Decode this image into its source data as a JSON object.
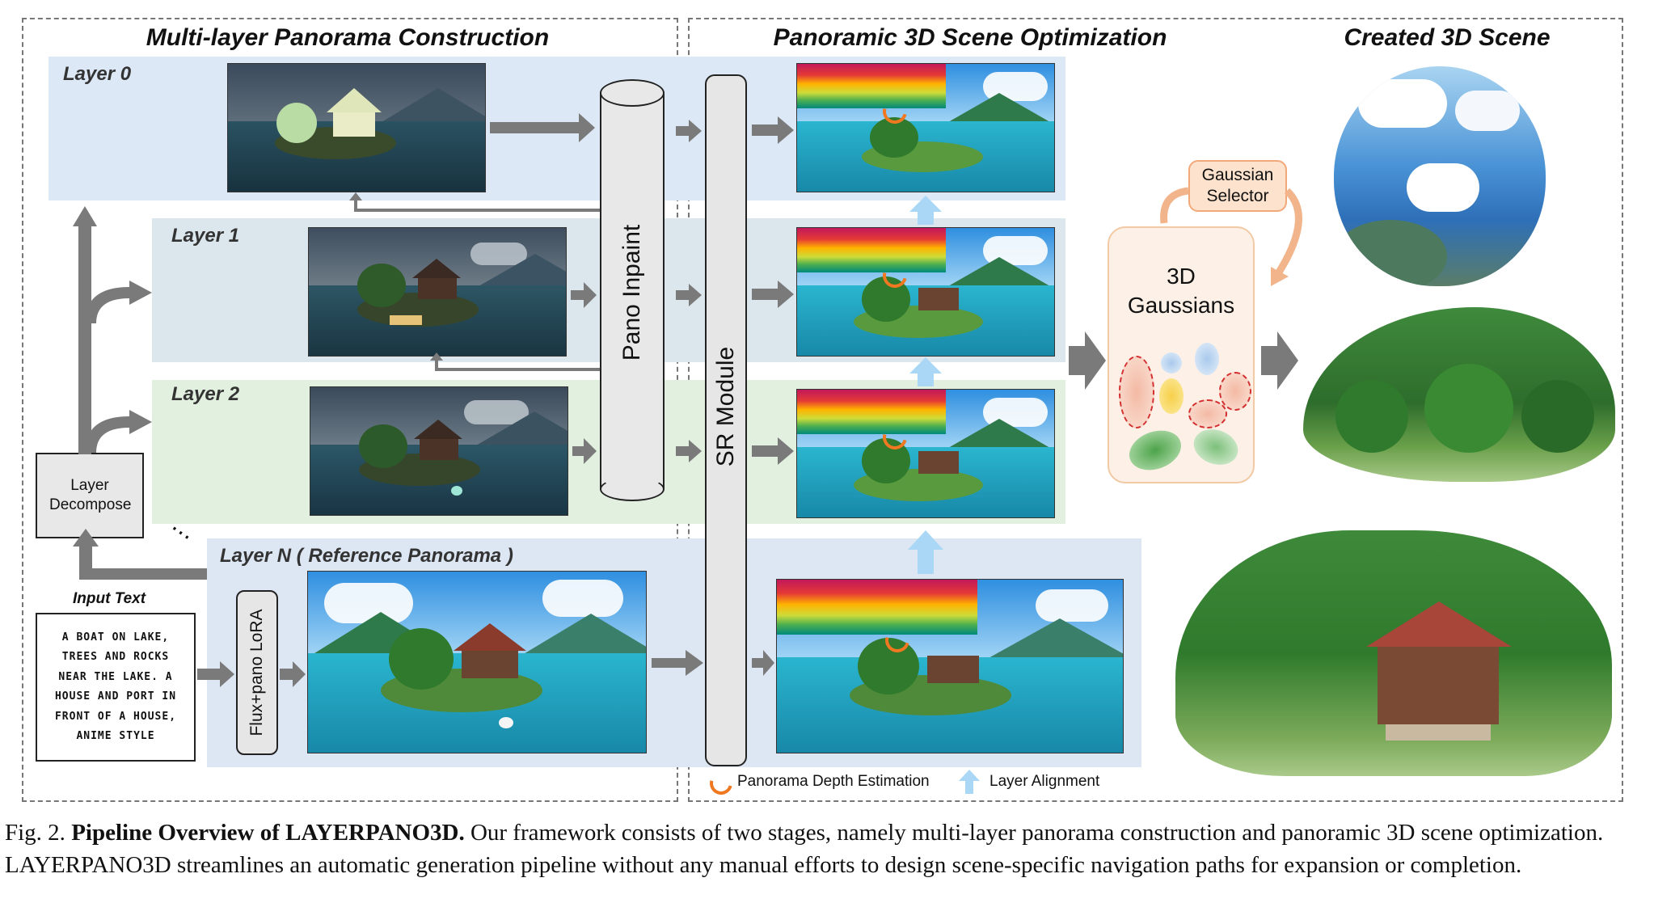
{
  "sections": {
    "left_title": "Multi-layer Panorama Construction",
    "middle_title": "Panoramic 3D Scene Optimization",
    "right_title": "Created 3D Scene"
  },
  "layers": [
    {
      "label": "Layer 0"
    },
    {
      "label": "Layer 1"
    },
    {
      "label": "Layer 2"
    },
    {
      "label": "Layer N ( Reference Panorama )"
    }
  ],
  "ellipsis": "⋯",
  "modules": {
    "pano_inpaint": "Pano Inpaint",
    "sr_module": "SR Module",
    "layer_decompose": "Layer Decompose",
    "flux_lora": "Flux+pano LoRA",
    "gaussian_selector": "Gaussian Selector",
    "gaussians_3d": "3D Gaussians"
  },
  "input": {
    "title": "Input Text",
    "text": "A BOAT ON LAKE, TREES AND ROCKS NEAR THE LAKE. A HOUSE AND PORT IN FRONT OF A HOUSE, ANIME STYLE"
  },
  "legend": {
    "depth": "Panorama Depth Estimation",
    "alignment": "Layer Alignment"
  },
  "caption": {
    "prefix": "Fig. 2.",
    "bold": "Pipeline Overview of LAYERPANO3D.",
    "text": "Our framework consists of two stages, namely multi-layer panorama construction and panoramic 3D scene optimization. LAYERPANO3D streamlines an automatic generation pipeline without any manual efforts to design scene-specific navigation paths for expansion or completion."
  },
  "colors": {
    "band_layer0": "#dce8f6",
    "band_layer1": "#dbe7ec",
    "band_layer2": "#e2f0e0",
    "band_layerN": "#dde6f3",
    "arrow_gray": "#7a7a7a",
    "arrow_blue": "#a9d7f5",
    "selector_fill": "#fde2cd",
    "selector_border": "#f2a97a",
    "gaussians_fill": "#fdf1e7"
  }
}
